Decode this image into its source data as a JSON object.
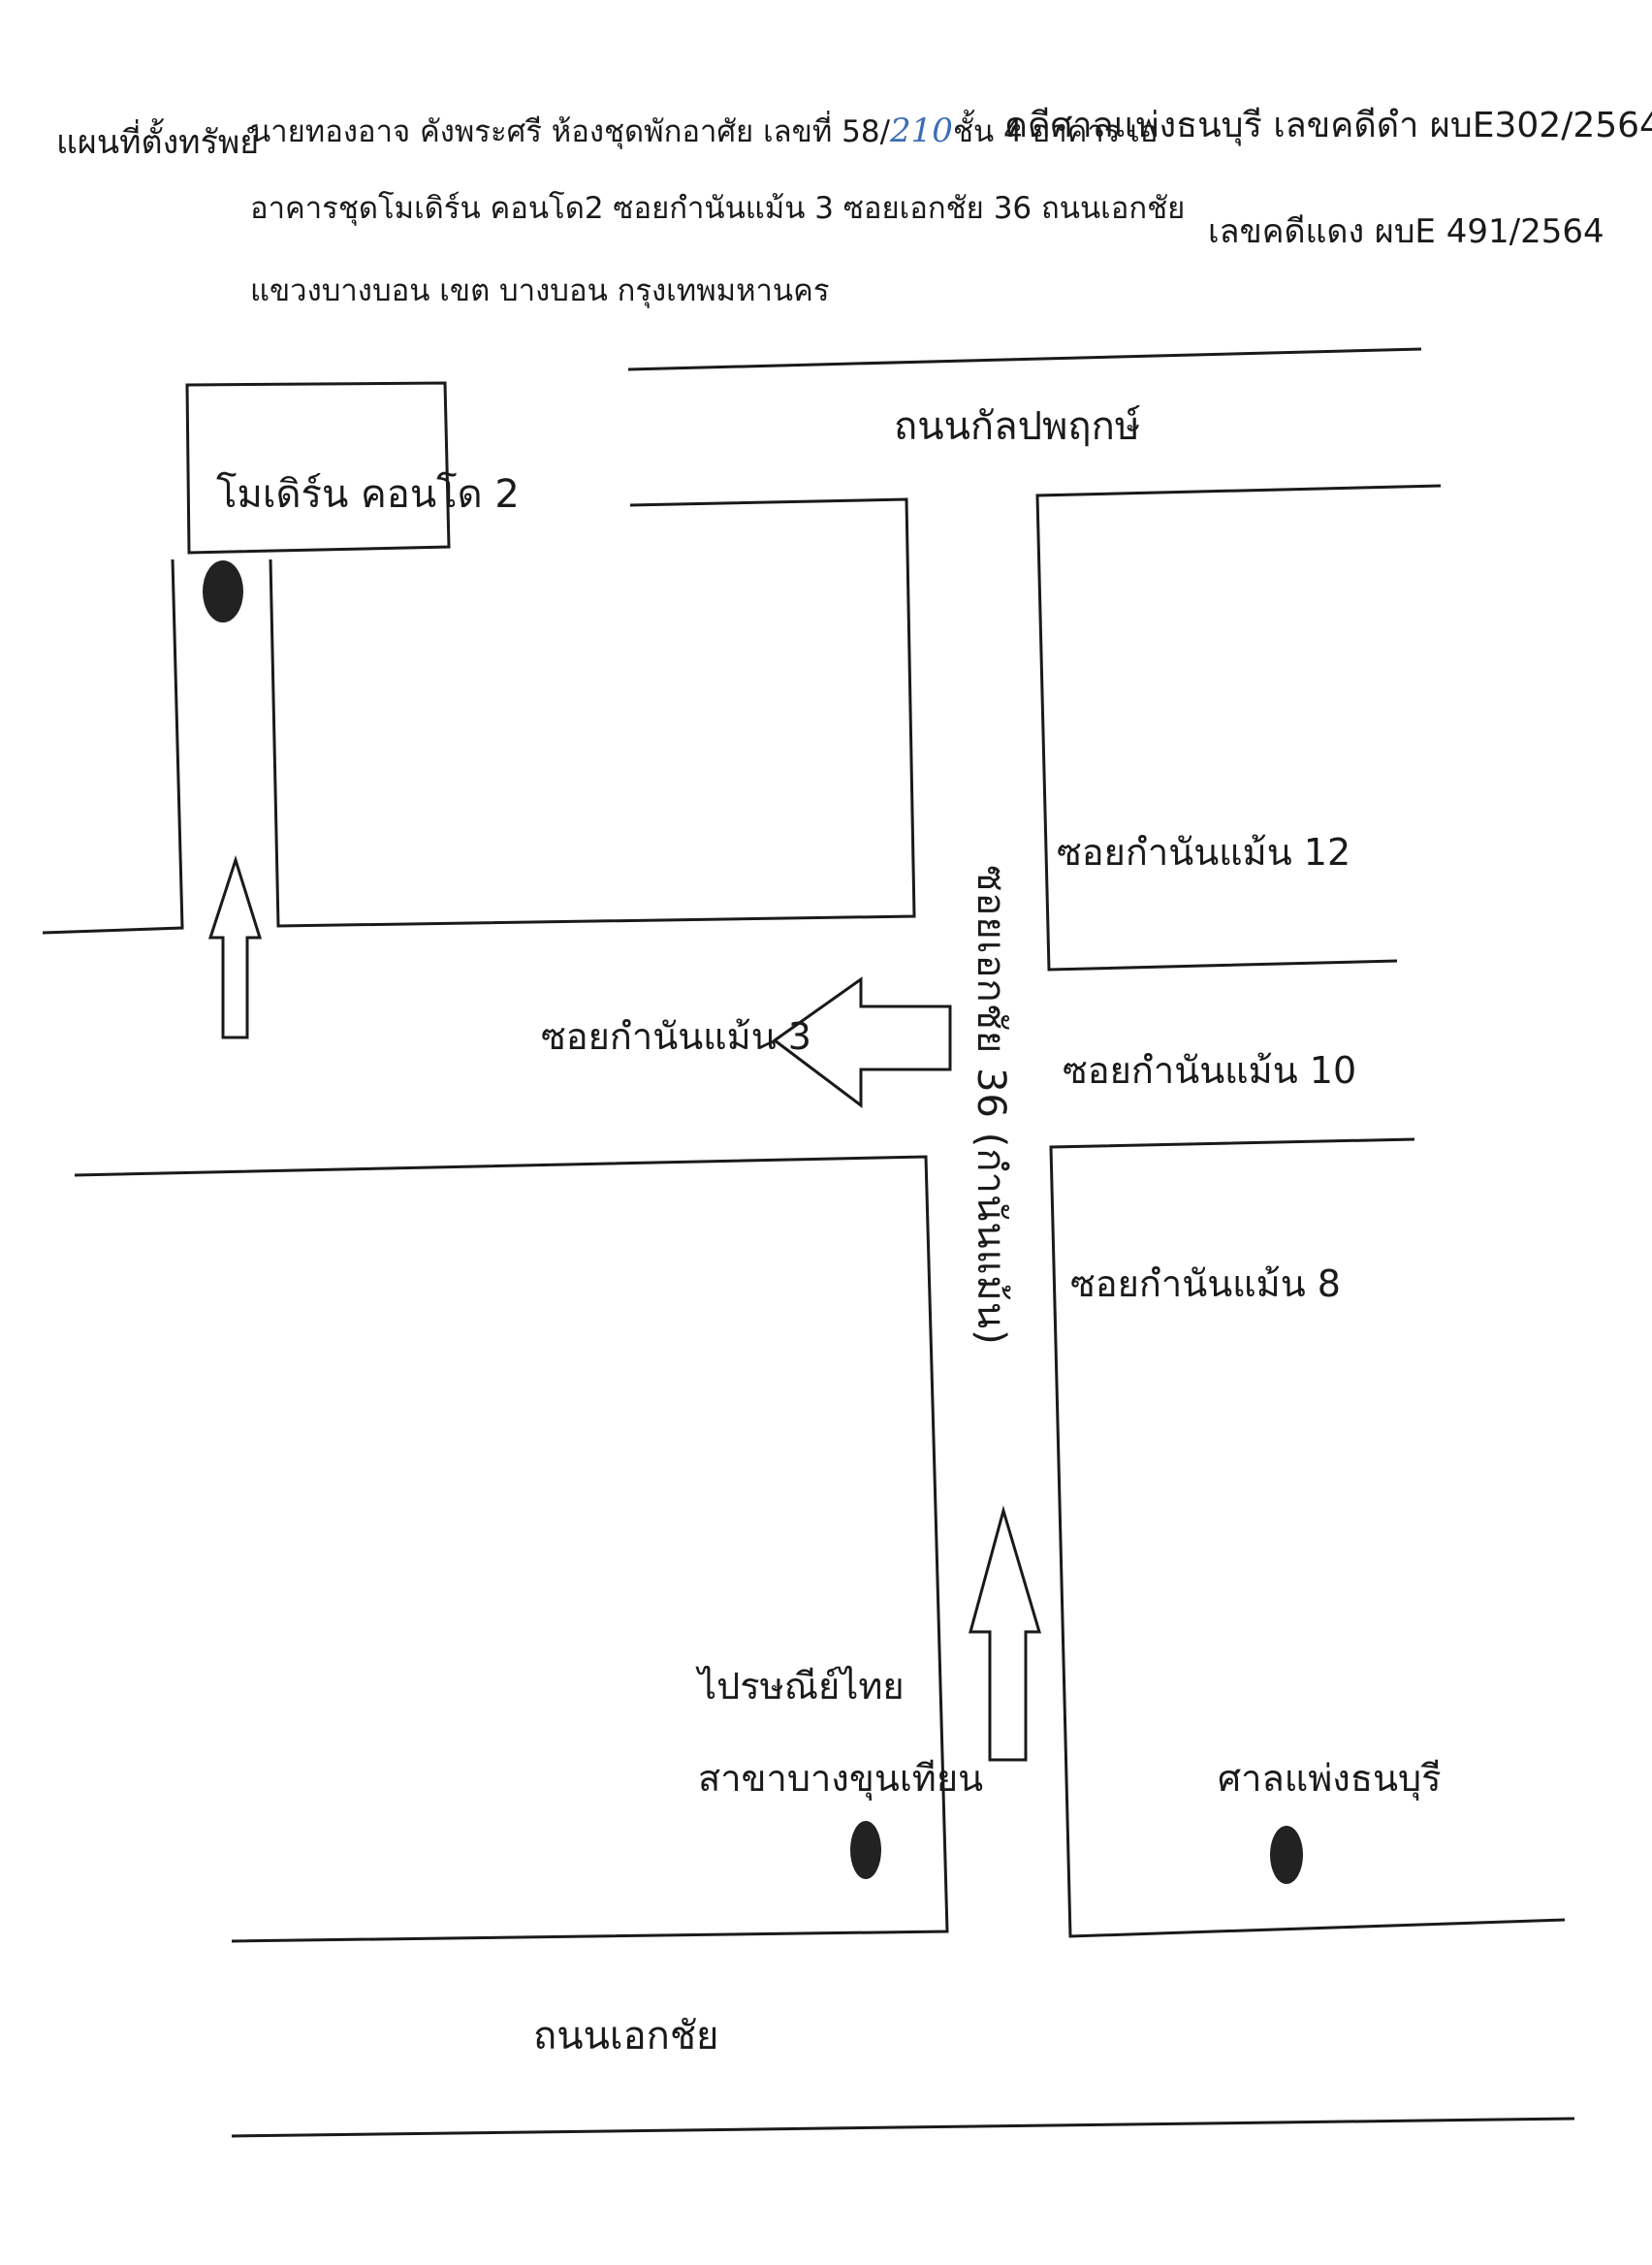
{
  "header": {
    "doc_title": "แผนที่ตั้งทรัพย์",
    "line1_pre": "นายทองอาจ  คังพระศรี  ห้องชุดพักอาศัย เลขที่ 58/",
    "room_handwritten": "210",
    "line1_post": "ชั้น 4 อาคาร เอ",
    "line2": "อาคารชุดโมเดิร์น คอนโด2  ซอยกำนันแม้น 3 ซอยเอกชัย 36 ถนนเอกชัย",
    "line3": "แขวงบางบอน เขต บางบอน  กรุงเทพมหานคร",
    "court_black_case": "คดีศาลแพ่งธนบุรี เลขคดีดำ   ผบE302/2564",
    "court_red_case": "เลขคดีแดง ผบE 491/2564"
  },
  "map": {
    "roads": {
      "north_road": "ถนนกัลปพฤกษ์",
      "south_road": "ถนนเอกชัย",
      "main_soi": "ซอยเอกชัย 36 (กำนันแม้น)",
      "soi_3": "ซอยกำนันแม้น 3",
      "soi_12": "ซอยกำนันแม้น 12",
      "soi_10": "ซอยกำนันแม้น 10",
      "soi_8": "ซอยกำนันแม้น 8"
    },
    "landmarks": {
      "condo": "โมเดิร์น คอนโด 2",
      "post_office_line1": "ไปรษณีย์ไทย",
      "post_office_line2": "สาขาบางขุนเทียน",
      "court": "ศาลแพ่งธนบุรี"
    },
    "icons": {
      "location_marker": "filled-dot-marker",
      "direction_arrow": "outline-arrow"
    }
  }
}
